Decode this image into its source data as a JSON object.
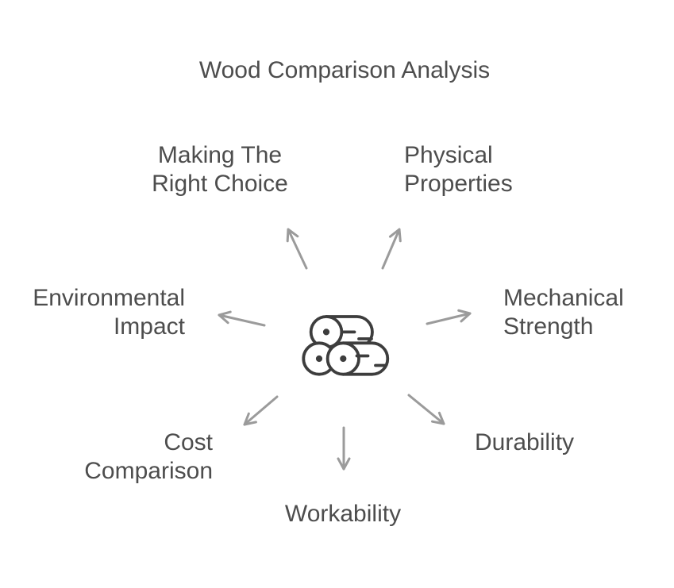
{
  "title": "Wood Comparison Analysis",
  "diagram": {
    "type": "radial-spoke",
    "center_icon": "wood-logs-icon",
    "nodes": [
      {
        "id": "making-the-right-choice",
        "label": "Making The\nRight Choice"
      },
      {
        "id": "physical-properties",
        "label": "Physical\nProperties"
      },
      {
        "id": "environmental-impact",
        "label": "Environmental\nImpact"
      },
      {
        "id": "mechanical-strength",
        "label": "Mechanical\nStrength"
      },
      {
        "id": "cost-comparison",
        "label": "Cost\nComparison"
      },
      {
        "id": "durability",
        "label": "Durability"
      },
      {
        "id": "workability",
        "label": "Workability"
      }
    ]
  },
  "colors": {
    "background": "#ffffff",
    "text": "#4d4d4d",
    "arrow": "#9b9b9b",
    "icon_stroke": "#3d3d3d"
  }
}
